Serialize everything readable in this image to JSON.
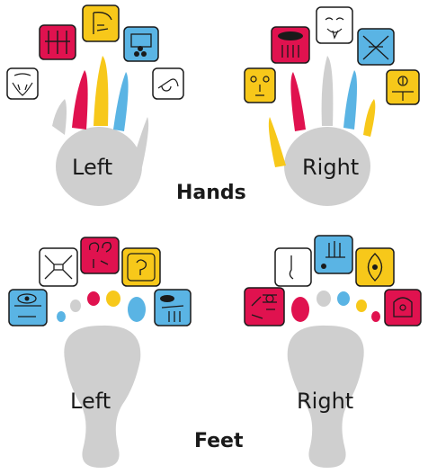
{
  "labels": {
    "hands_left": "Left",
    "hands_right": "Right",
    "hands_title": "Hands",
    "feet_left": "Left",
    "feet_right": "Right",
    "feet_title": "Feet"
  },
  "colors": {
    "red": "#e0124f",
    "yellow": "#f7c81a",
    "blue": "#5ab4e4",
    "white": "#ffffff",
    "gray": "#cfcfcf",
    "outline": "#1a1a1a"
  },
  "glyphs": {
    "left_hand": [
      "white",
      "red",
      "yellow",
      "blue",
      "white"
    ],
    "right_hand": [
      "yellow",
      "red",
      "white",
      "blue",
      "yellow"
    ],
    "left_foot": [
      "blue",
      "white",
      "red",
      "yellow",
      "blue"
    ],
    "right_foot": [
      "red",
      "white",
      "blue",
      "yellow",
      "red"
    ]
  }
}
